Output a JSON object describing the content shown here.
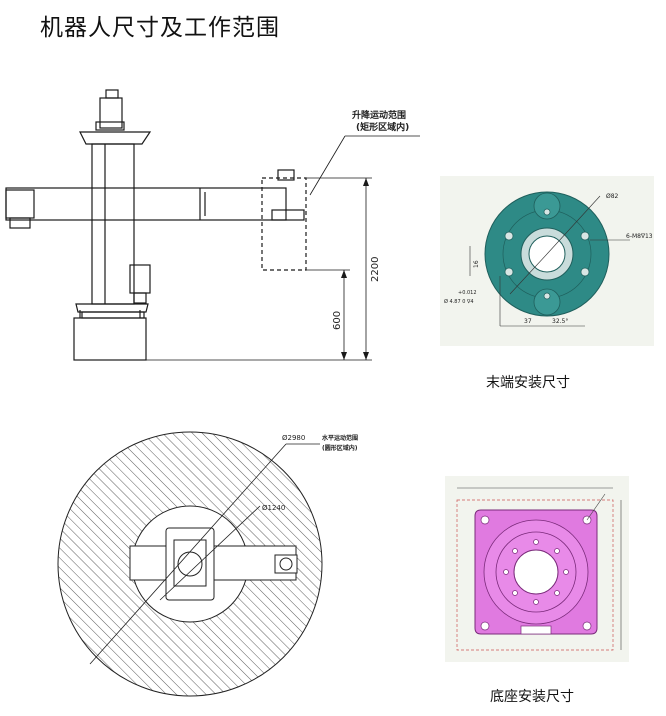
{
  "page": {
    "title": "机器人尺寸及工作范围"
  },
  "side_view": {
    "callout_line1": "升降运动范围",
    "callout_line2": "(矩形区域内)",
    "dim_total": "2200",
    "dim_lower": "600"
  },
  "end_mount": {
    "caption": "末端安装尺寸",
    "label_dia": "Ø82",
    "label_holes": "6-M8∇13",
    "label_tol": "+0.012",
    "label_bore": "Ø 4.87 0 ∇4",
    "label_dim_a": "37",
    "label_dim_b": "32.5°",
    "label_dim_c": "16"
  },
  "top_view": {
    "dia_outer": "Ø2980",
    "dia_inner": "Ø1240",
    "callout_line1": "水平运动范围",
    "callout_line2": "(圆形区域内)"
  },
  "base_mount": {
    "caption": "底座安装尺寸"
  },
  "colors": {
    "line": "#1a1a1a",
    "teal": "#2e8a86",
    "magenta": "#e07ae0",
    "panel_bg": "#f2f4ee"
  }
}
